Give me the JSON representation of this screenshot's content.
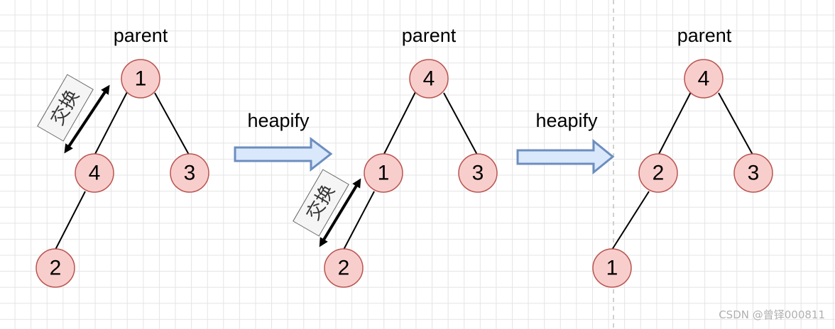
{
  "stages": [
    {
      "parent_label": "parent",
      "swap_label": "交换",
      "nodes": {
        "top": "1",
        "left": "4",
        "right": "3",
        "leaf": "2"
      }
    },
    {
      "parent_label": "parent",
      "swap_label": "交换",
      "nodes": {
        "top": "4",
        "left": "1",
        "right": "3",
        "leaf": "2"
      }
    },
    {
      "parent_label": "parent",
      "nodes": {
        "top": "4",
        "left": "2",
        "right": "3",
        "leaf": "1"
      }
    }
  ],
  "transitions": [
    {
      "label": "heapify"
    },
    {
      "label": "heapify"
    }
  ],
  "colors": {
    "node_fill": "#f8cecc",
    "node_stroke": "#b85450",
    "arrow_fill": "#dae8fc",
    "arrow_stroke": "#6c8ebf",
    "swap_box_fill": "#f5f5f5"
  },
  "watermark": "CSDN @曾铎000811"
}
